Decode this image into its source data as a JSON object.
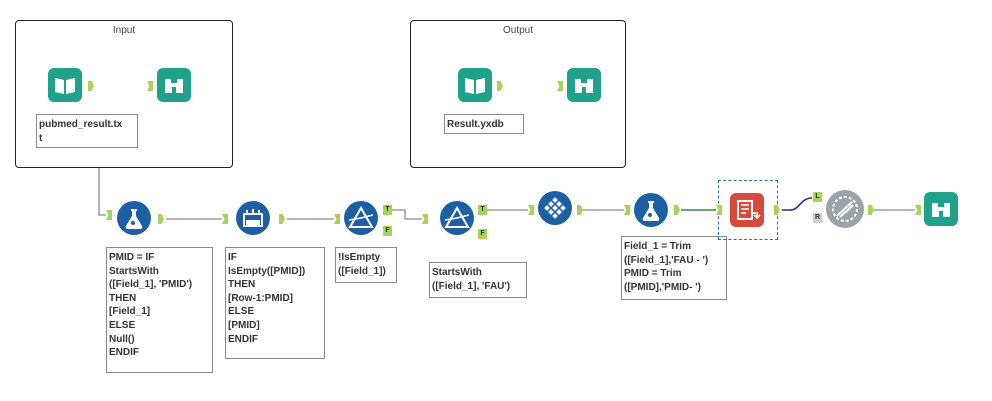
{
  "containers": {
    "input": {
      "title": "Input"
    },
    "output": {
      "title": "Output"
    }
  },
  "annotations": {
    "input_file": [
      "pubmed_result.tx",
      "t"
    ],
    "output_file": [
      "Result.yxdb"
    ],
    "formula1": [
      "PMID = IF",
      "StartsWith",
      "([Field_1], 'PMID')",
      "THEN",
      "[Field_1]",
      "ELSE",
      "Null()",
      "ENDIF"
    ],
    "multirow": [
      "IF",
      "IsEmpty([PMID])",
      "THEN",
      "[Row-1:PMID]",
      "ELSE",
      "[PMID]",
      "ENDIF"
    ],
    "filter1": [
      "!IsEmpty",
      "([Field_1])"
    ],
    "filter2": [
      "StartsWith",
      "([Field_1], 'FAU')"
    ],
    "formula2": [
      "Field_1 = Trim",
      "([Field_1],'FAU - ')",
      "PMID = Trim",
      "([PMID],'PMID- ')"
    ]
  },
  "anchors": {
    "true": "T",
    "false": "F",
    "left": "L",
    "right": "R"
  },
  "tools": [
    "input-data-tool",
    "browse-tool",
    "input-data-tool",
    "browse-tool",
    "formula-tool",
    "multi-row-formula-tool",
    "filter-tool",
    "filter-tool",
    "tile-tool",
    "formula-tool",
    "cross-tab-tool",
    "join-tool",
    "browse-tool"
  ],
  "colors": {
    "input_output": "#1ea38a",
    "preparation": "#1c5fa3",
    "transform": "#d6493b",
    "join": "#9aa3a8",
    "anchor": "#a8d35a",
    "connection": "#8a8a8a",
    "connection_join": "#2b2b9a"
  }
}
